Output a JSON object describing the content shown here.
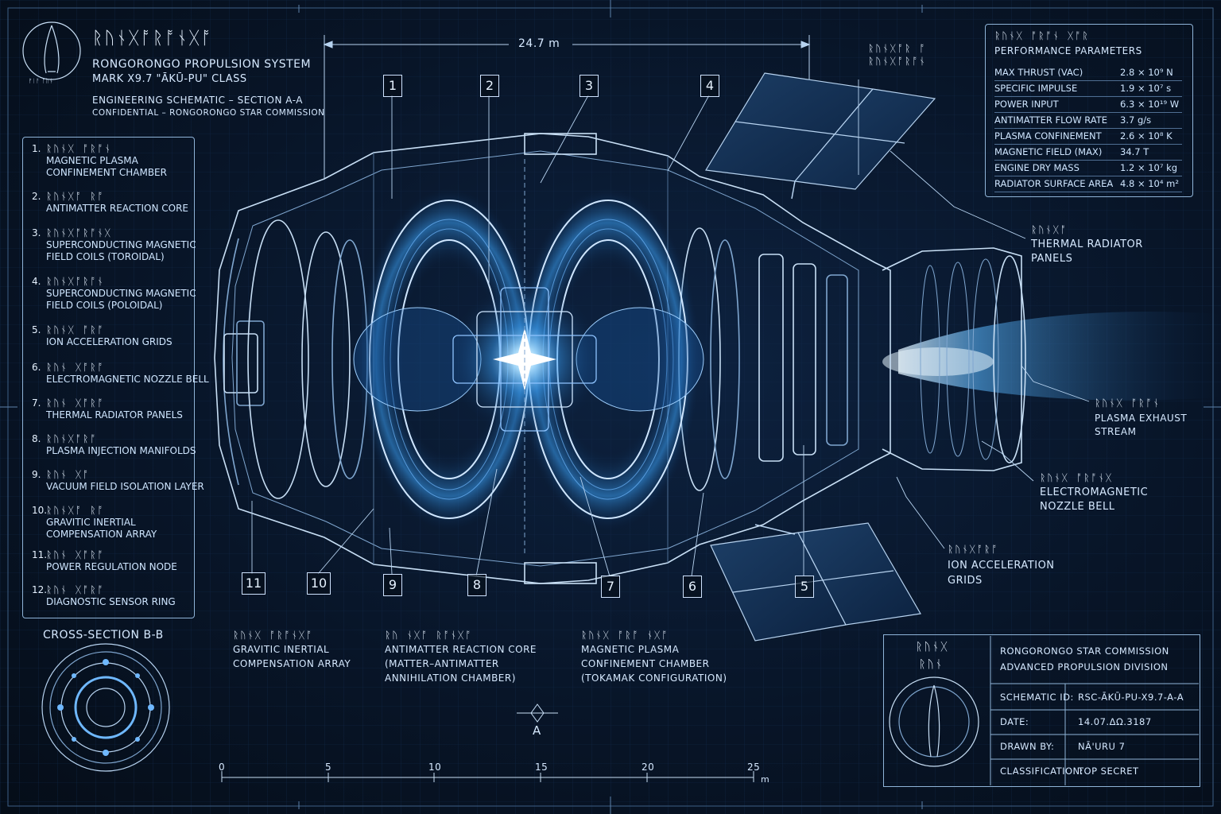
{
  "header": {
    "glyph_title": "ᚱᚢᚾᚷᚩᚱᚩᚾᚷᚩ",
    "logo_text": "ᚠᛁᚨ ᚩᚢᚾ",
    "line1": "RONGORONGO PROPULSION SYSTEM",
    "line2": "MARK X9.7 \"ĀKŪ-PU\" CLASS",
    "line3": "ENGINEERING SCHEMATIC – SECTION A-A",
    "line4": "CONFIDENTIAL – RONGORONGO STAR COMMISSION"
  },
  "dimension": "24.7 m",
  "legend": [
    {
      "num": "1.",
      "glyph": "ᚱᚢᚾᚷ ᚩᚱᚩᚾ",
      "text1": "MAGNETIC PLASMA",
      "text2": "CONFINEMENT CHAMBER"
    },
    {
      "num": "2.",
      "glyph": "ᚱᚢᚾᚷᚩ ᚱᚩ",
      "text1": "ANTIMATTER REACTION CORE",
      "text2": ""
    },
    {
      "num": "3.",
      "glyph": "ᚱᚢᚾᚷᚩᚱᚩᚾᚷ",
      "text1": "SUPERCONDUCTING MAGNETIC",
      "text2": "FIELD COILS (TOROIDAL)"
    },
    {
      "num": "4.",
      "glyph": "ᚱᚢᚾᚷᚩᚱᚩᚾ",
      "text1": "SUPERCONDUCTING MAGNETIC",
      "text2": "FIELD COILS (POLOIDAL)"
    },
    {
      "num": "5.",
      "glyph": "ᚱᚢᚾᚷ ᚩᚱᚩ",
      "text1": "ION ACCELERATION GRIDS",
      "text2": ""
    },
    {
      "num": "6.",
      "glyph": "ᚱᚢᚾ ᚷᚩᚱᚩ",
      "text1": "ELECTROMAGNETIC NOZZLE BELL",
      "text2": ""
    },
    {
      "num": "7.",
      "glyph": "ᚱᚢᚾ ᚷᚩᚱᚩ",
      "text1": "THERMAL RADIATOR PANELS",
      "text2": ""
    },
    {
      "num": "8.",
      "glyph": "ᚱᚢᚾᚷᚩᚱᚩ",
      "text1": "PLASMA INJECTION MANIFOLDS",
      "text2": ""
    },
    {
      "num": "9.",
      "glyph": "ᚱᚢᚾ ᚷᚩ",
      "text1": "VACUUM FIELD ISOLATION LAYER",
      "text2": ""
    },
    {
      "num": "10.",
      "glyph": "ᚱᚢᚾᚷᚩ ᚱᚩ",
      "text1": "GRAVITIC INERTIAL",
      "text2": "COMPENSATION ARRAY"
    },
    {
      "num": "11.",
      "glyph": "ᚱᚢᚾ ᚷᚩᚱᚩ",
      "text1": "POWER REGULATION NODE",
      "text2": ""
    },
    {
      "num": "12.",
      "glyph": "ᚱᚢᚾ ᚷᚩᚱᚩ",
      "text1": "DIAGNOSTIC SENSOR RING",
      "text2": ""
    }
  ],
  "performance": {
    "glyph_title": "ᚱᚢᚾᚷ ᚩᚱᚩᚾ ᚷᚩᚱ",
    "title": "PERFORMANCE PARAMETERS",
    "rows": [
      {
        "label": "MAX THRUST (VAC)",
        "value": "2.8 × 10⁹ N"
      },
      {
        "label": "SPECIFIC IMPULSE",
        "value": "1.9 × 10⁷ s"
      },
      {
        "label": "POWER INPUT",
        "value": "6.3 × 10¹⁹ W"
      },
      {
        "label": "ANTIMATTER FLOW RATE",
        "value": "3.7 g/s"
      },
      {
        "label": "PLASMA CONFINEMENT",
        "value": "2.6 × 10⁸ K"
      },
      {
        "label": "MAGNETIC FIELD (MAX)",
        "value": "34.7 T"
      },
      {
        "label": "ENGINE DRY MASS",
        "value": "1.2 × 10⁷ kg"
      },
      {
        "label": "RADIATOR SURFACE AREA",
        "value": "4.8 × 10⁴ m²"
      }
    ]
  },
  "callouts": [
    "1",
    "2",
    "3",
    "4",
    "5",
    "6",
    "7",
    "8",
    "9",
    "10",
    "11"
  ],
  "annotations": {
    "top_glyph": "ᚱᚢᚾᚷᚩᚱ ᚩ",
    "top_glyph2": "ᚱᚢᚾᚷᚩᚱᚩᚾ",
    "radiator": {
      "glyph": "ᚱᚢᚾᚷᚩ",
      "l1": "THERMAL RADIATOR",
      "l2": "PANELS"
    },
    "exhaust": {
      "glyph": "ᚱᚢᚾᚷ ᚩᚱᚩᚾ",
      "l1": "PLASMA EXHAUST",
      "l2": "STREAM"
    },
    "nozzle": {
      "glyph": "ᚱᚢᚾᚷ ᚩᚱᚩᚾᚷ",
      "l1": "ELECTROMAGNETIC",
      "l2": "NOZZLE BELL"
    },
    "ion": {
      "glyph": "ᚱᚢᚾᚷᚩᚱᚩ",
      "l1": "ION ACCELERATION",
      "l2": "GRIDS"
    },
    "gravitic": {
      "glyph": "ᚱᚢᚾᚷ ᚩᚱᚩᚾᚷᚩ",
      "l1": "GRAVITIC INERTIAL",
      "l2": "COMPENSATION ARRAY"
    },
    "core": {
      "glyph": "ᚱᚢ ᚾᚷᚩ ᚱᚩᚾᚷᚩ",
      "l1": "ANTIMATTER REACTION CORE",
      "l2": "(MATTER–ANTIMATTER",
      "l3": "ANNIHILATION CHAMBER)"
    },
    "chamber": {
      "glyph": "ᚱᚢᚾᚷ ᚩᚱᚩ ᚾᚷᚩ",
      "l1": "MAGNETIC PLASMA",
      "l2": "CONFINEMENT CHAMBER",
      "l3": "(TOKAMAK CONFIGURATION)"
    }
  },
  "cross_section_label": "CROSS-SECTION B-B",
  "section_marker": "A",
  "scale": {
    "ticks": [
      "0",
      "5",
      "10",
      "15",
      "20",
      "25"
    ],
    "unit": "m"
  },
  "title_block": {
    "glyph1": "ᚱᚢᚾᚷ",
    "glyph2": "ᚱᚢᚾ",
    "org1": "RONGORONGO STAR COMMISSION",
    "org2": "ADVANCED PROPULSION DIVISION",
    "rows": [
      {
        "label": "SCHEMATIC ID:",
        "value": "RSC-ĀKŪ-PU-X9.7-A-A"
      },
      {
        "label": "DATE:",
        "value": "14.07.ΔΩ.3187"
      },
      {
        "label": "DRAWN BY:",
        "value": "NĀ'URU 7"
      },
      {
        "label": "CLASSIFICATION:",
        "value": "TOP SECRET"
      }
    ]
  },
  "colors": {
    "background": "#07111f",
    "line": "#9fc3e8",
    "glow": "#4fb4ff"
  }
}
